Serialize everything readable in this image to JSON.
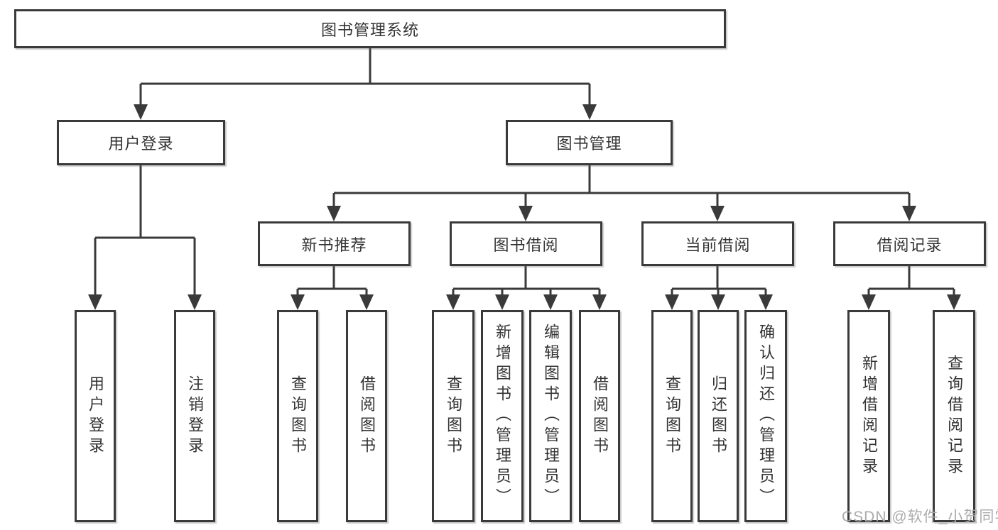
{
  "title": {
    "label": "图书管理系统"
  },
  "user_login": {
    "label": "用户登录",
    "leaves": [
      {
        "label": "用户登录"
      },
      {
        "label": "注销登录"
      }
    ]
  },
  "book_mgmt": {
    "label": "图书管理",
    "sections": [
      {
        "label": "新书推荐",
        "leaves": [
          {
            "label": "查询图书"
          },
          {
            "label": "借阅图书"
          }
        ]
      },
      {
        "label": "图书借阅",
        "leaves": [
          {
            "label": "查询图书"
          },
          {
            "label": "新增图书（管理员）"
          },
          {
            "label": "编辑图书（管理员）"
          },
          {
            "label": "借阅图书"
          }
        ]
      },
      {
        "label": "当前借阅",
        "leaves": [
          {
            "label": "查询图书"
          },
          {
            "label": "归还图书"
          },
          {
            "label": "确认归还（管理员）"
          }
        ]
      },
      {
        "label": "借阅记录",
        "leaves": [
          {
            "label": "新增借阅记录"
          },
          {
            "label": "查询借阅记录"
          }
        ]
      }
    ]
  },
  "watermark": {
    "text": "CSDN @软件_小贺同学"
  },
  "colors": {
    "line": "#3a3a3a",
    "text": "#333333",
    "watermark": "#ababab",
    "background": "#ffffff"
  }
}
